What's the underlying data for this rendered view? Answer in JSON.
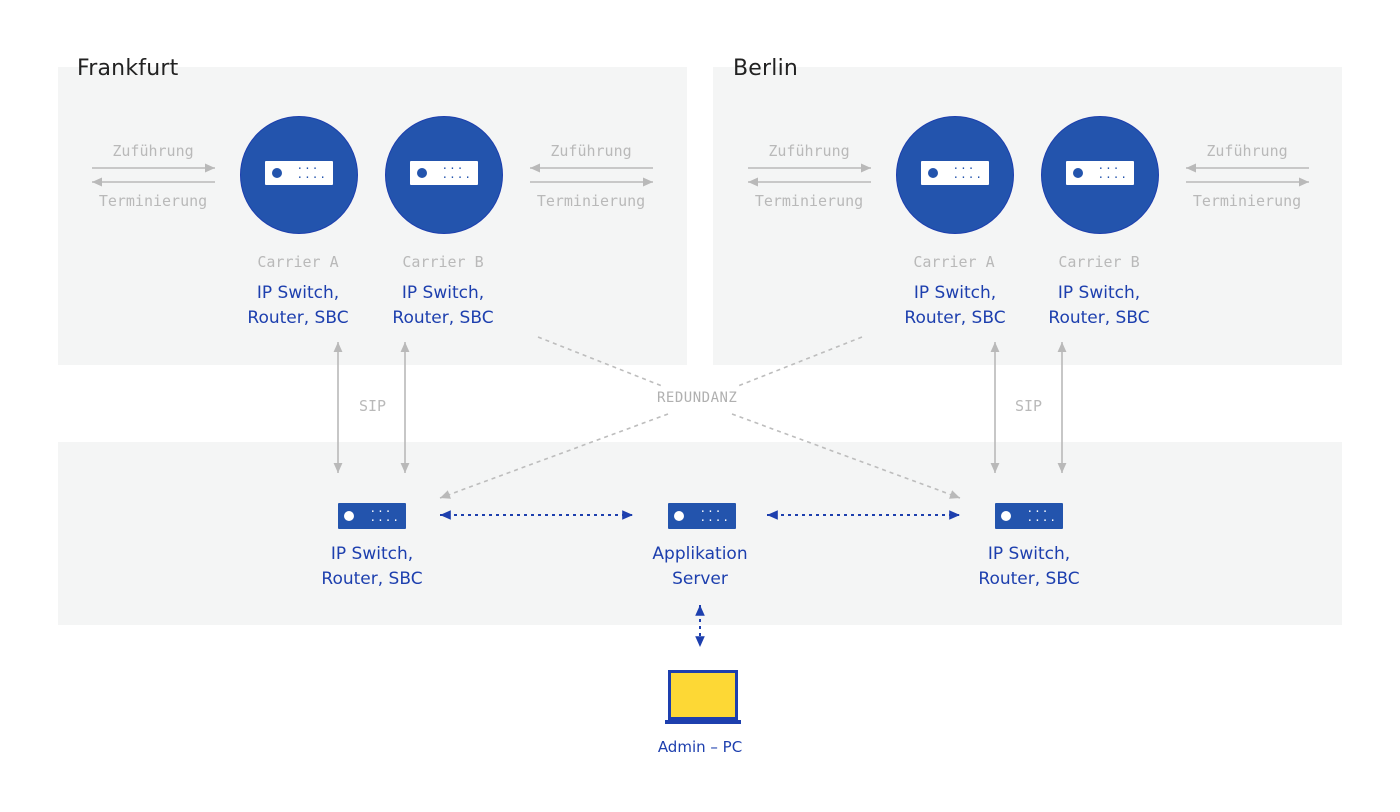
{
  "regions": {
    "frankfurt": {
      "title": "Frankfurt"
    },
    "berlin": {
      "title": "Berlin"
    }
  },
  "arrow_labels": {
    "in": "Zuführung",
    "out": "Terminierung"
  },
  "carriers": {
    "a": "Carrier A",
    "b": "Carrier B"
  },
  "node": {
    "line1": "IP Switch,",
    "line2": "Router, SBC"
  },
  "sip_label": "SIP",
  "redundanz_label": "REDUNDANZ",
  "app_server": {
    "line1": "Applikation",
    "line2": "Server"
  },
  "admin_pc": "Admin – PC",
  "colors": {
    "primary_blue": "#2354ad",
    "label_blue": "#1d3fae",
    "panel_gray": "#f4f5f5",
    "muted_text": "#b9b9b9",
    "screen_yellow": "#fdd835"
  },
  "icons": {
    "carrier_device": "circle-network-device-icon",
    "rack_device": "rack-server-icon",
    "laptop": "laptop-icon"
  }
}
